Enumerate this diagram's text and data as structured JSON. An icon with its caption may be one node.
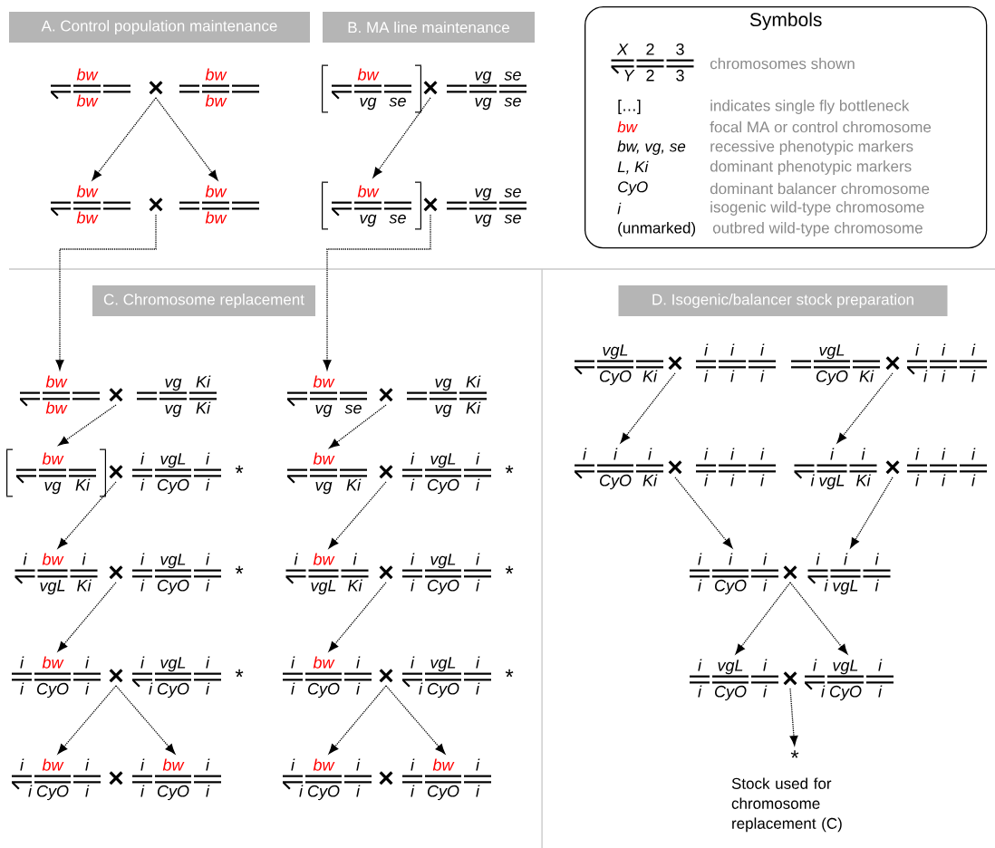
{
  "diagram": {
    "nodes": [
      {
        "text": [
          "A. Control population maintenance"
        ]
      },
      {
        "text": [
          "B. MA line maintenance"
        ]
      },
      {
        "text": [
          "Symbols"
        ]
      },
      {
        "text": [
          "X",
          "Y",
          "2",
          "2",
          "3",
          "3"
        ],
        "in": 2
      },
      {
        "text": [
          "bw",
          "bw"
        ]
      },
      {
        "text": [
          "×"
        ]
      },
      {
        "text": [
          "bw",
          "bw"
        ]
      },
      {
        "text": [
          "bw",
          "bw"
        ]
      },
      {
        "text": [
          "×"
        ]
      },
      {
        "text": [
          "bw",
          "bw"
        ]
      },
      {
        "text": [
          "bw",
          "vg",
          "se"
        ]
      },
      {
        "text": [
          "×"
        ]
      },
      {
        "text": [
          "vg",
          "vg",
          "se",
          "se"
        ]
      },
      {
        "text": [
          "bw",
          "vg",
          "se"
        ]
      },
      {
        "text": [
          "×"
        ]
      },
      {
        "text": [
          "vg",
          "vg",
          "se",
          "se"
        ]
      },
      {
        "text": [
          "C. Chromosome replacement"
        ]
      },
      {
        "text": [
          "bw",
          "bw"
        ]
      },
      {
        "text": [
          "×"
        ]
      },
      {
        "text": [
          "vg",
          "vg",
          "Ki",
          "Ki"
        ]
      },
      {
        "text": [
          "bw",
          "vg",
          "Ki"
        ]
      },
      {
        "text": [
          "×"
        ]
      },
      {
        "text": [
          "i",
          "i",
          "vgL",
          "CyO",
          "i",
          "i"
        ],
        "beside": [
          "*"
        ]
      },
      {
        "text": [
          "i",
          "bw",
          "vgL",
          "i",
          "Ki"
        ]
      },
      {
        "text": [
          "×"
        ]
      },
      {
        "text": [
          "i",
          "i",
          "vgL",
          "CyO",
          "i",
          "i"
        ],
        "beside": [
          "*"
        ]
      },
      {
        "text": [
          "i",
          "i",
          "bw",
          "CyO",
          "i",
          "i"
        ]
      },
      {
        "text": [
          "×"
        ]
      },
      {
        "text": [
          "i",
          "i",
          "vgL",
          "CyO",
          "i",
          "i"
        ],
        "beside": [
          "*"
        ]
      },
      {
        "text": [
          "i",
          "i",
          "bw",
          "CyO",
          "i",
          "i"
        ]
      },
      {
        "text": [
          "×"
        ]
      },
      {
        "text": [
          "i",
          "i",
          "bw",
          "CyO",
          "i",
          "i"
        ]
      },
      {
        "text": [
          "bw",
          "vg",
          "se"
        ]
      },
      {
        "text": [
          "×"
        ]
      },
      {
        "text": [
          "vg",
          "vg",
          "Ki",
          "Ki"
        ]
      },
      {
        "text": [
          "bw",
          "vg",
          "Ki"
        ]
      },
      {
        "text": [
          "×"
        ]
      },
      {
        "text": [
          "i",
          "i",
          "vgL",
          "CyO",
          "i",
          "i"
        ],
        "beside": [
          "*"
        ]
      },
      {
        "text": [
          "i",
          "bw",
          "vgL",
          "i",
          "Ki"
        ]
      },
      {
        "text": [
          "×"
        ]
      },
      {
        "text": [
          "i",
          "i",
          "vgL",
          "CyO",
          "i",
          "i"
        ],
        "beside": [
          "*"
        ]
      },
      {
        "text": [
          "i",
          "i",
          "bw",
          "CyO",
          "i",
          "i"
        ]
      },
      {
        "text": [
          "×"
        ]
      },
      {
        "text": [
          "i",
          "i",
          "vgL",
          "CyO",
          "i",
          "i"
        ],
        "beside": [
          "*"
        ]
      },
      {
        "text": [
          "i",
          "i",
          "bw",
          "CyO",
          "i",
          "i"
        ]
      },
      {
        "text": [
          "×"
        ]
      },
      {
        "text": [
          "i",
          "i",
          "bw",
          "CyO",
          "i",
          "i"
        ]
      },
      {
        "text": [
          "D. Isogenic/balancer stock preparation"
        ]
      },
      {
        "text": [
          "vgL",
          "CyO",
          "Ki"
        ]
      },
      {
        "text": [
          "×"
        ]
      },
      {
        "text": [
          "i",
          "i",
          "i",
          "i",
          "i",
          "i"
        ]
      },
      {
        "text": [
          "vgL",
          "CyO",
          "Ki"
        ]
      },
      {
        "text": [
          "×"
        ]
      },
      {
        "text": [
          "i",
          "i",
          "i",
          "i",
          "i",
          "i"
        ]
      },
      {
        "text": [
          "i",
          "i",
          "CyO",
          "i",
          "Ki"
        ]
      },
      {
        "text": [
          "×"
        ]
      },
      {
        "text": [
          "i",
          "i",
          "i",
          "i",
          "i",
          "i"
        ]
      },
      {
        "text": [
          "i",
          "i",
          "vgL",
          "i",
          "Ki"
        ]
      },
      {
        "text": [
          "×"
        ]
      },
      {
        "text": [
          "i",
          "i",
          "i",
          "i",
          "i",
          "i"
        ]
      },
      {
        "text": [
          "i",
          "i",
          "i",
          "CyO",
          "i",
          "i"
        ]
      },
      {
        "text": [
          "×"
        ]
      },
      {
        "text": [
          "i",
          "i",
          "i",
          "vgL",
          "i",
          "i"
        ]
      },
      {
        "text": [
          "i",
          "i",
          "vgL",
          "CyO",
          "i",
          "i"
        ]
      },
      {
        "text": [
          "×"
        ]
      },
      {
        "text": [
          "i",
          "i",
          "vgL",
          "CyO",
          "i",
          "i"
        ]
      },
      {
        "text": [
          "*",
          "Stock used for chromosome replacement (C)"
        ]
      }
    ],
    "edges": [
      {
        "from": 5,
        "to": 7,
        "arrow": "to"
      },
      {
        "from": 5,
        "to": 9,
        "arrow": "to"
      },
      {
        "from": 8,
        "to": 17,
        "arrow": "to"
      },
      {
        "from": 11,
        "to": 13,
        "arrow": "to"
      },
      {
        "from": 14,
        "to": 32,
        "arrow": "to"
      },
      {
        "from": 18,
        "to": 20,
        "arrow": "to"
      },
      {
        "from": 21,
        "to": 23,
        "arrow": "to"
      },
      {
        "from": 24,
        "to": 26,
        "arrow": "to"
      },
      {
        "from": 27,
        "to": 29,
        "arrow": "to"
      },
      {
        "from": 27,
        "to": 31,
        "arrow": "to"
      },
      {
        "from": 33,
        "to": 35,
        "arrow": "to"
      },
      {
        "from": 36,
        "to": 38,
        "arrow": "to"
      },
      {
        "from": 39,
        "to": 41,
        "arrow": "to"
      },
      {
        "from": 42,
        "to": 44,
        "arrow": "to"
      },
      {
        "from": 42,
        "to": 46,
        "arrow": "to"
      },
      {
        "from": 49,
        "to": 54,
        "arrow": "to"
      },
      {
        "from": 52,
        "to": 57,
        "arrow": "to"
      },
      {
        "from": 55,
        "to": 60,
        "arrow": "to"
      },
      {
        "from": 58,
        "to": 62,
        "arrow": "to"
      },
      {
        "from": 61,
        "to": 63,
        "arrow": "to"
      },
      {
        "from": 61,
        "to": 65,
        "arrow": "to"
      },
      {
        "from": 64,
        "to": 66,
        "arrow": "to"
      }
    ],
    "labels": [
      "chromosomes shown",
      "[…]",
      "indicates single fly bottleneck",
      "bw",
      "focal MA or control chromosome",
      "bw, vg, se",
      "recessive phenotypic markers",
      "L, Ki",
      "dominant phenotypic markers",
      "CyO",
      "dominant balancer chromosome",
      "i",
      "isogenic wild-type chromosome",
      "(unmarked)",
      "outbred wild-type chromosome"
    ]
  }
}
